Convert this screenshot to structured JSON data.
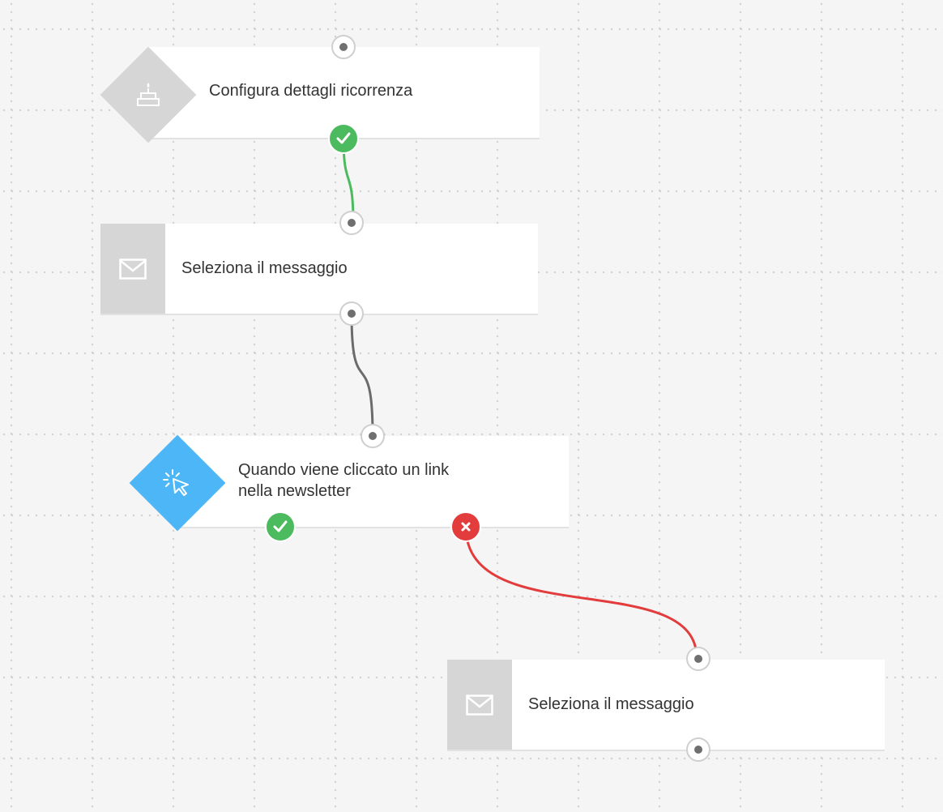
{
  "colors": {
    "canvas": "#f5f5f5",
    "success": "#4cba5e",
    "failure": "#e23c3c",
    "neutral_link": "#6b6b6b",
    "click_trigger": "#4db6f7",
    "inactive_icon": "#d6d6d6"
  },
  "nodes": [
    {
      "id": "recurrence",
      "type": "condition",
      "icon": "cake-icon",
      "label": "Configura dettagli ricorrenza"
    },
    {
      "id": "message-1",
      "type": "action",
      "icon": "envelope-icon",
      "label": "Seleziona il messaggio"
    },
    {
      "id": "link-click",
      "type": "condition",
      "icon": "cursor-click-icon",
      "label_line1": "Quando viene cliccato un link",
      "label_line2": "nella newsletter"
    },
    {
      "id": "message-2",
      "type": "action",
      "icon": "envelope-icon",
      "label": "Seleziona il messaggio"
    }
  ],
  "connections": [
    {
      "from": "recurrence",
      "to": "message-1",
      "outcome": "yes",
      "color": "#4cba5e"
    },
    {
      "from": "message-1",
      "to": "link-click",
      "outcome": "next",
      "color": "#6b6b6b"
    },
    {
      "from": "link-click",
      "to": "message-2",
      "outcome": "no",
      "color": "#e23c3c"
    }
  ]
}
